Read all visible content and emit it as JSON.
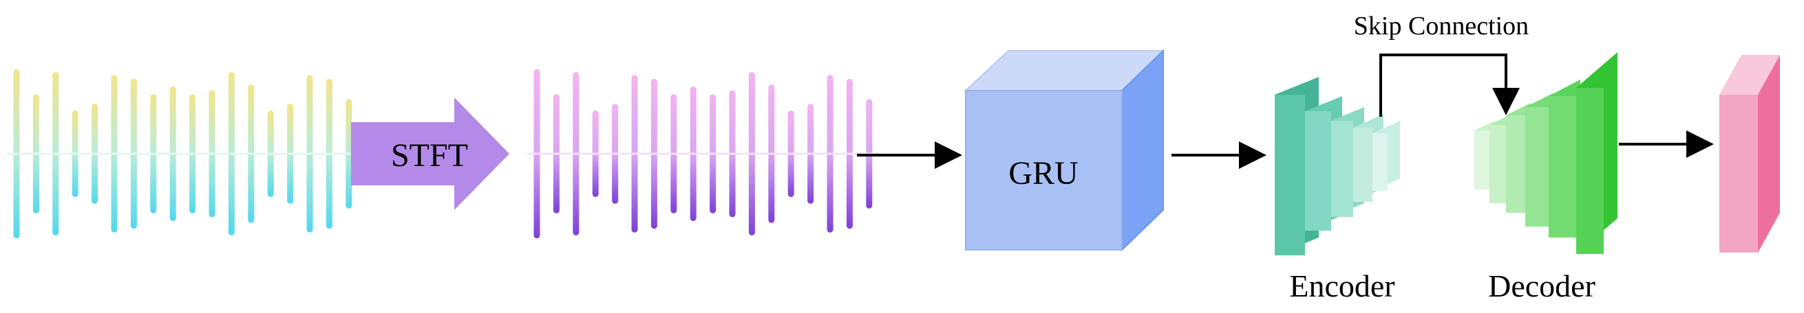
{
  "labels": {
    "stft": "STFT",
    "gru": "GRU",
    "encoder": "Encoder",
    "decoder": "Decoder",
    "skip": "Skip Connection"
  },
  "waveform_bar_levels": [
    0.88,
    0.62,
    0.85,
    0.45,
    0.52,
    0.82,
    0.78,
    0.62,
    0.7,
    0.62,
    0.66,
    0.85,
    0.72,
    0.45,
    0.52,
    0.82,
    0.78,
    0.57
  ],
  "colors": {
    "wave_top": "#f2e58c",
    "wave_mid": "#b9ecd6",
    "wave_bottom": "#52d8ee",
    "spec_top": "#f2b3f2",
    "spec_bottom": "#7d40d8",
    "stft_arrow": "#b48ae8",
    "gru_front": "#a9c0f5",
    "gru_top": "#ccd9f9",
    "gru_side": "#7aa2f5",
    "encoder": [
      "#58c4a4",
      "#7ad4be",
      "#9ae0cc",
      "#bdeadc",
      "#d8f3ea"
    ],
    "decoder": [
      "#d6f5d6",
      "#c0f0c0",
      "#a2e8a2",
      "#7ddf7d",
      "#5ed65e",
      "#38c838"
    ],
    "output_front": "#f2a6c4",
    "output_side": "#ee6f9c"
  }
}
